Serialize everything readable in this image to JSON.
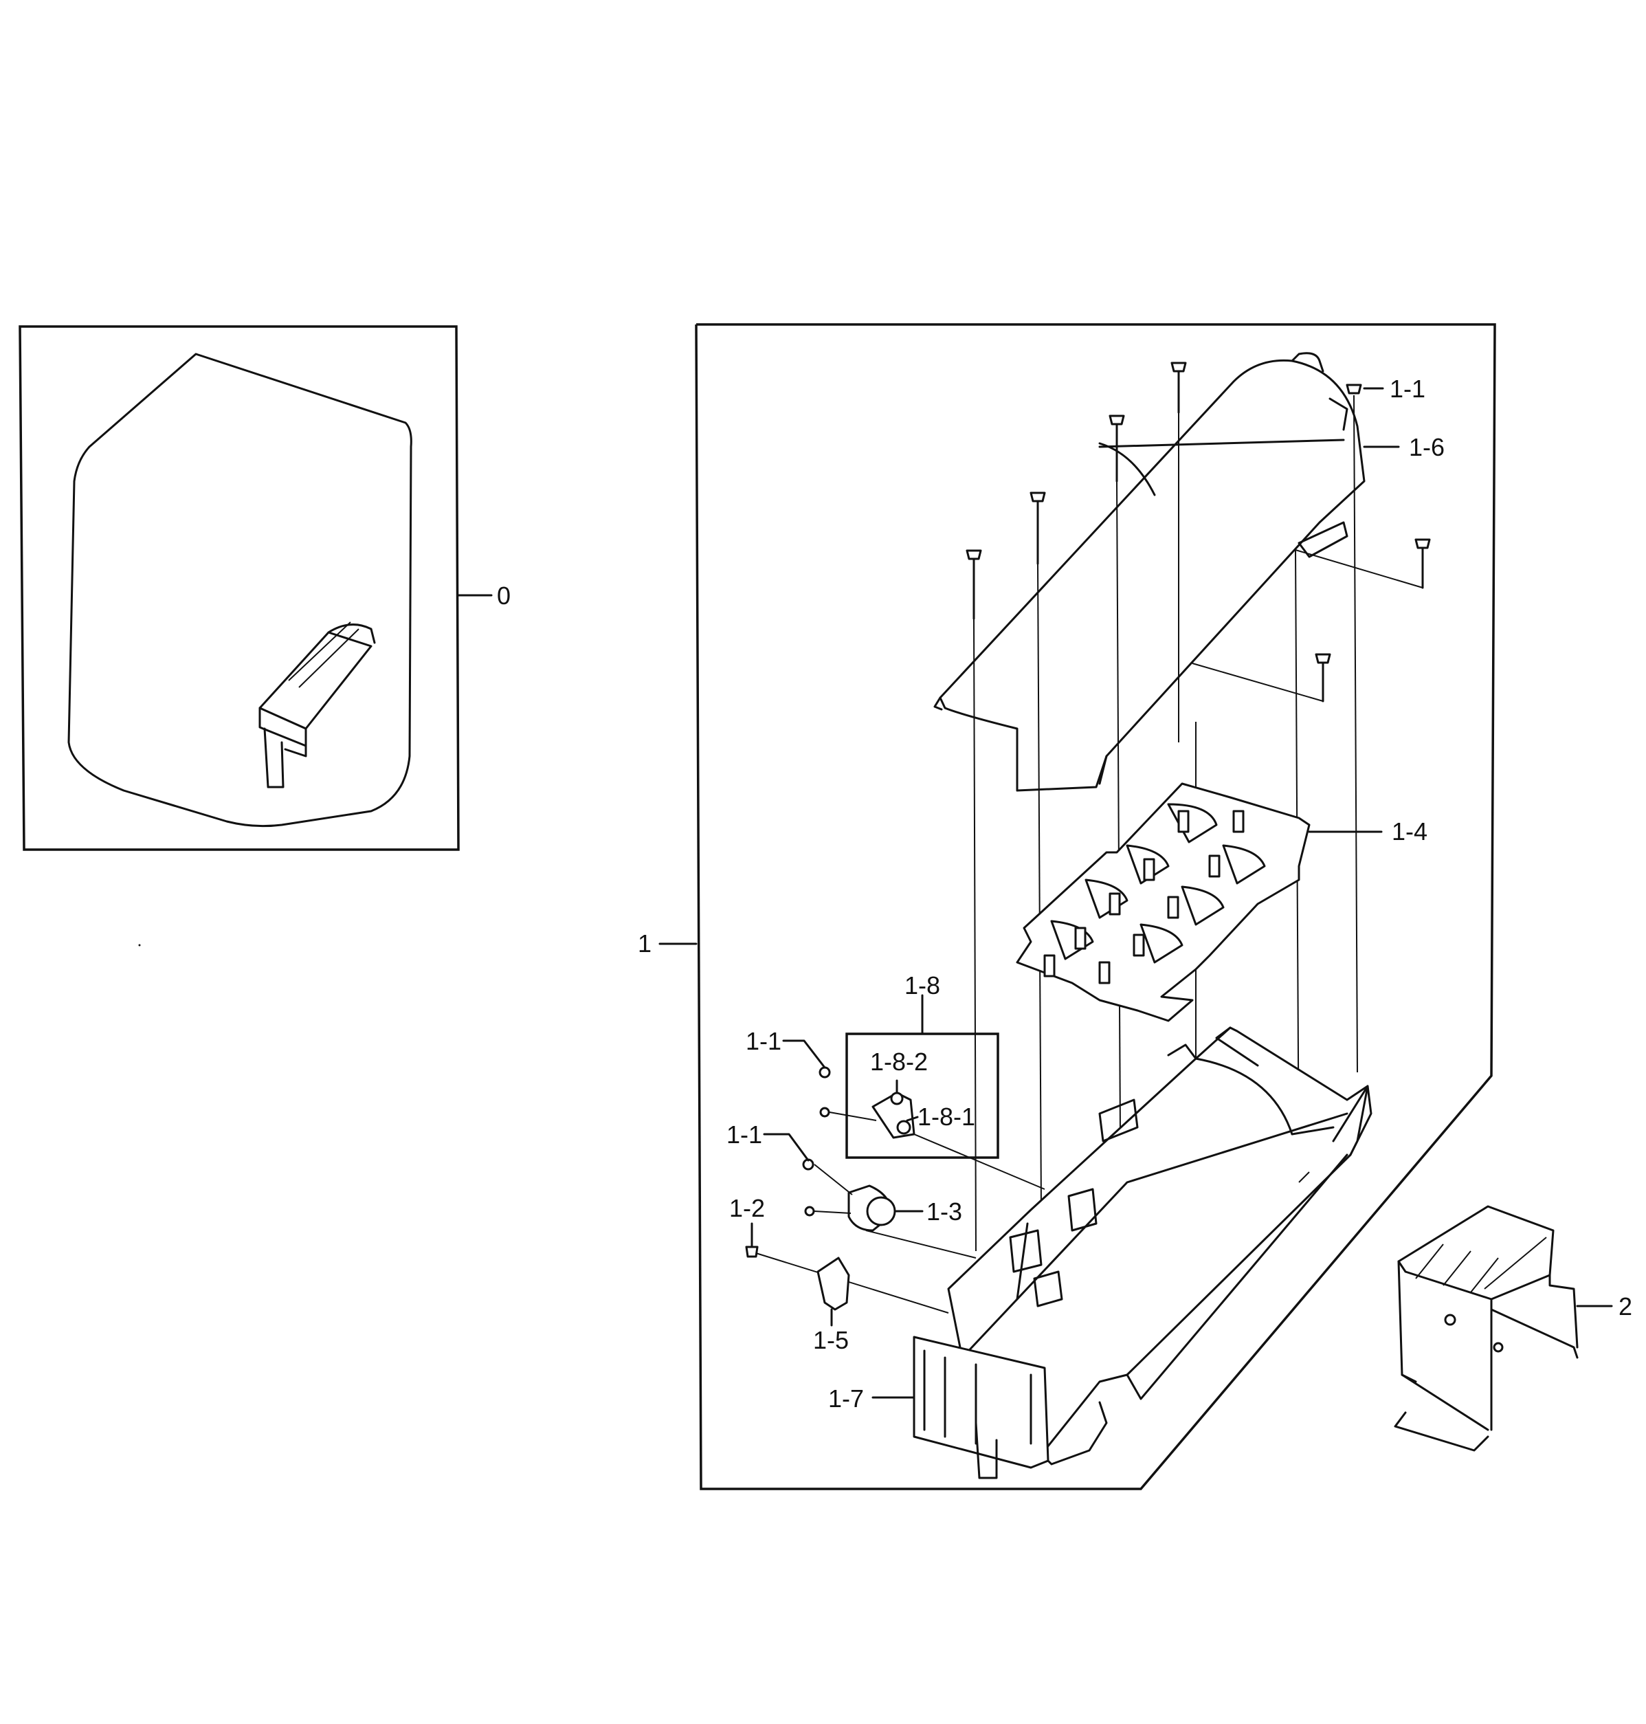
{
  "callouts": {
    "c0": "0",
    "c1": "1",
    "c1_1_top": "1-1",
    "c1_6": "1-6",
    "c1_4": "1-4",
    "c1_8": "1-8",
    "c1_1_a": "1-1",
    "c1_8_2": "1-8-2",
    "c1_8_1": "1-8-1",
    "c1_1_b": "1-1",
    "c1_3": "1-3",
    "c1_2": "1-2",
    "c1_5": "1-5",
    "c1_7": "1-7",
    "c2": "2"
  }
}
